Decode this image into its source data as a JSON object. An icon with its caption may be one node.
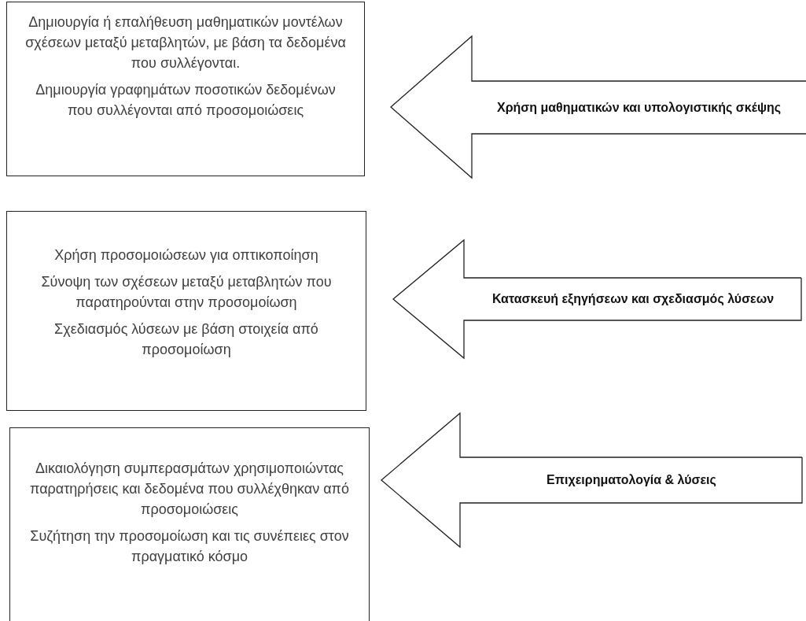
{
  "diagram": {
    "nodes": [
      {
        "text": [
          "Δημιουργία ή επαλήθευση μαθηματικών μοντέλων σχέσεων μεταξύ μεταβλητών, με βάση τα δεδομένα που συλλέγονται.",
          "Δημιουργία γραφημάτων ποσοτικών δεδομένων που συλλέγονται από προσομοιώσεις"
        ]
      },
      {
        "text": [
          "Χρήση μαθηματικών και υπολογιστικής σκέψης"
        ]
      },
      {
        "text": [
          "Χρήση προσομοιώσεων για οπτικοποίηση",
          "Σύνοψη των σχέσεων μεταξύ μεταβλητών που παρατηρούνται στην προσομοίωση",
          "Σχεδιασμός λύσεων με βάση στοιχεία από προσομοίωση"
        ]
      },
      {
        "text": [
          "Κατασκευή εξηγήσεων και σχεδιασμός λύσεων"
        ]
      },
      {
        "text": [
          "Δικαιολόγηση συμπερασμάτων χρησιμοποιώντας παρατηρήσεις και δεδομένα που συλλέχθηκαν από προσομοιώσεις",
          "Συζήτηση την προσομοίωση και τις συνέπειες στον πραγματικό κόσμο"
        ]
      },
      {
        "text": [
          "Επιχειρηματολογία & λύσεις"
        ]
      }
    ]
  }
}
